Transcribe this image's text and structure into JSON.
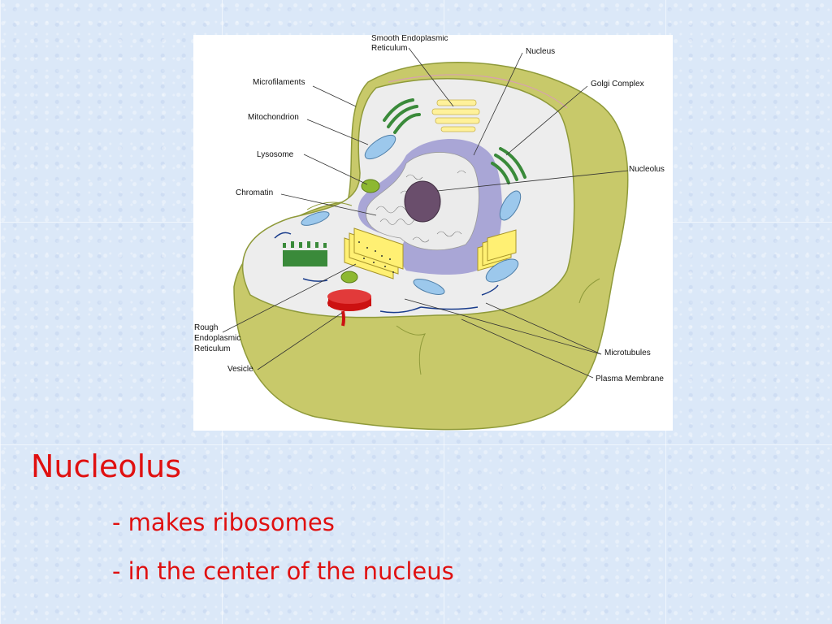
{
  "diagram": {
    "labels": {
      "smooth_er_line1": "Smooth Endoplasmic",
      "smooth_er_line2": "Reticulum",
      "nucleus": "Nucleus",
      "microfilaments": "Microfilaments",
      "golgi": "Golgi Complex",
      "mitochondrion": "Mitochondrion",
      "lysosome": "Lysosome",
      "nucleolus": "Nucleolus",
      "chromatin": "Chromatin",
      "rough_er_line1": "Rough",
      "rough_er_line2": "Endoplasmic",
      "rough_er_line3": "Reticulum",
      "microtubules": "Microtubules",
      "vesicle": "Vesicle",
      "plasma_membrane": "Plasma Membrane"
    },
    "colors": {
      "cell_wall": "#c8c96a",
      "cytoplasm": "#ededed",
      "nuclear_envelope": "#a9a6d6",
      "nucleus_fill": "#ebebeb",
      "nucleolus": "#6a4e6c",
      "golgi": "#3a8a3a",
      "smooth_er": "#fff19a",
      "rough_er": "#fff073",
      "mitochondrion": "#9cc8ec",
      "lysosome": "#8db831",
      "vesicle": "#cc1111",
      "microtubules": "#1a3d8c"
    }
  },
  "slide": {
    "title": "Nucleolus",
    "bullets": [
      "- makes ribosomes",
      "- in the center of the nucleus"
    ],
    "text_color": "#e01010"
  }
}
